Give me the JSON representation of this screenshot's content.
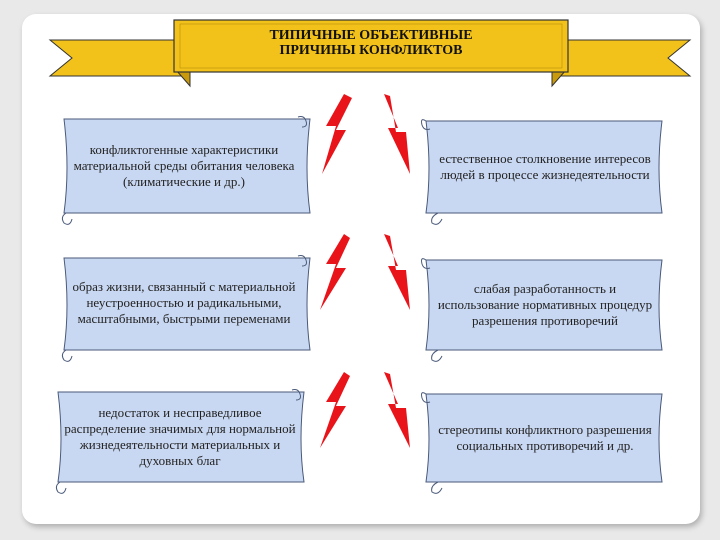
{
  "title": {
    "line1": "ТИПИЧНЫЕ ОБЪЕКТИВНЫЕ",
    "line2": "ПРИЧИНЫ КОНФЛИКТОВ"
  },
  "left_causes": [
    "конфликтогенные характеристики материальной среды обитания человека (климатические и др.)",
    "образ жизни, связанный с материальной неустроенностью и радикальными, масштабными, быстрыми переменами",
    "недостаток и несправедливое распределение значимых для нормальной жизнедеятельности материальных и духовных благ"
  ],
  "right_causes": [
    "естественное столкновение интересов людей в процессе жизнедеятельности",
    "слабая разработанность и использование нормативных процедур разрешения противоречий",
    "стереотипы конфликтного разрешения социальных противоречий и др."
  ],
  "colors": {
    "banner": "#f2c21b",
    "banner_dark": "#c99a0c",
    "scroll_fill": "#c9d8f2",
    "scroll_stroke": "#4a5a7a",
    "bolt": "#e8141a"
  }
}
